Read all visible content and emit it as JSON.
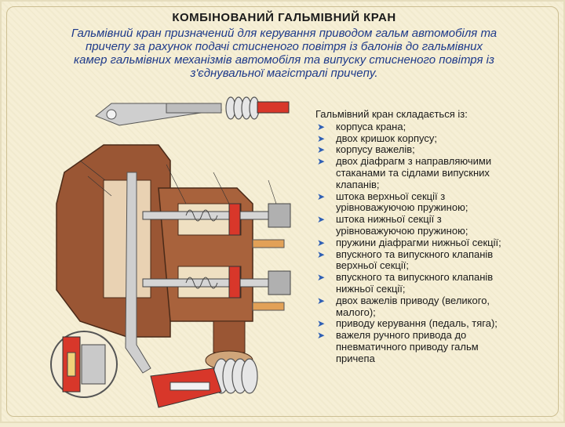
{
  "slide": {
    "title": "КОМБІНОВАНИЙ ГАЛЬМІВНИЙ КРАН",
    "intro_lines": [
      "Гальмівний кран призначений для керування приводом гальм автомобіля та",
      "причепу за рахунок подачі стисненого повітря із балонів до гальмівних",
      "камер гальмівних механізмів автомобіля та випуску стисненого повітря із",
      "з'єднувальної магістралі причепу."
    ],
    "composition": {
      "heading": "Гальмівний кран складається із:",
      "items": [
        [
          "корпуса крана;"
        ],
        [
          "двох кришок корпусу;"
        ],
        [
          "корпусу важелів;"
        ],
        [
          "двох діафрагм з направляючими",
          "стаканами та сідлами випускних",
          "клапанів;"
        ],
        [
          "штока верхньої секції з",
          "урівноважуючою пружиною;"
        ],
        [
          "штока нижньої секції з",
          "урівноважуючою пружиною;"
        ],
        [
          "пружини діафрагми нижньої секції;"
        ],
        [
          "впускного та випускного клапанів",
          "верхньої секції;"
        ],
        [
          "впускного та випускного клапанів",
          "нижньої секції;"
        ],
        [
          "двох важелів приводу (великого,",
          "малого);"
        ],
        [
          "приводу керування (педаль, тяга);"
        ],
        [
          "важеля ручного привода до",
          "пневматичного приводу гальм",
          "причепа"
        ]
      ]
    },
    "diagram": {
      "label": "cutaway illustration of combined brake valve",
      "colors": {
        "body": "#9a5634",
        "steel": "#c9c9c9",
        "spring": "#e0e0e0",
        "red": "#d8372a",
        "orange": "#e2a157"
      }
    },
    "bullet_color": "#2e5fb5",
    "text_blue": "#1e3a8a"
  }
}
